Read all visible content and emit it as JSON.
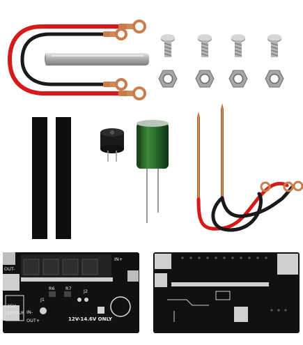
{
  "image": {
    "description_free": true,
    "pcb_front": {
      "labels": {
        "out_minus_left": "OUT-",
        "in_plus": "IN+",
        "in_minus": "IN-",
        "out_plus": "OUT+",
        "cap_spec_1": "25V",
        "cap_spec_2": "2000UF",
        "voltage": "12V-14.6V ONLY",
        "r6": "R6",
        "r7": "R7",
        "j1": "J1",
        "j2": "J2"
      }
    },
    "colors": {
      "wire_red": "#d61a1a",
      "wire_black": "#1a1a1a",
      "copper": "#c77a4a",
      "capacitor_green": "#1f6b2a",
      "pcb_black": "#111111",
      "steel": "#b8b8b8"
    }
  }
}
